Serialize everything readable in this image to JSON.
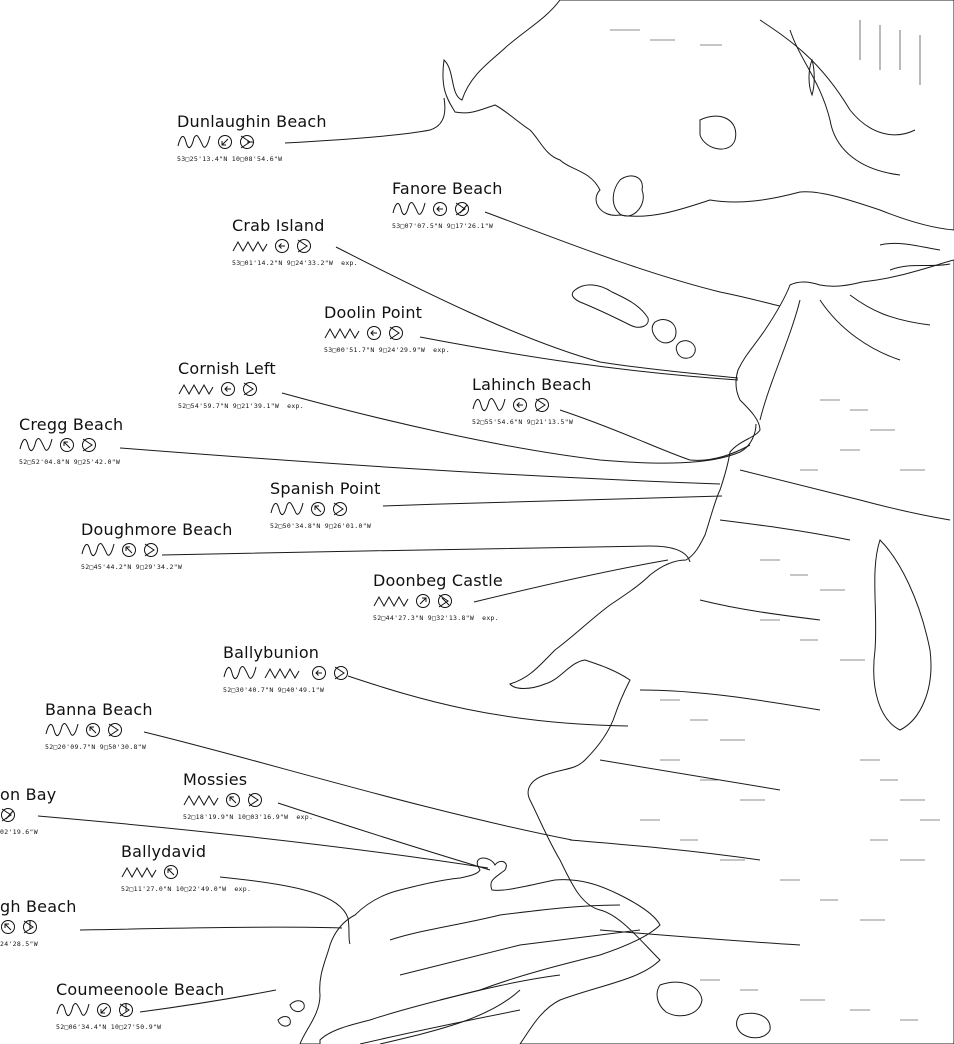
{
  "spots": [
    {
      "id": "dunlaughin",
      "name": "Dunlaughin Beach",
      "coords": "53□25'13.4\"N 10□08'54.6\"W",
      "exp": "",
      "wave": "sine",
      "icons": [
        "arrow-down-left-icon",
        "target-arrow-left-icon"
      ]
    },
    {
      "id": "fanore",
      "name": "Fanore Beach",
      "coords": "53□07'07.5\"N 9□17'26.1\"W",
      "exp": "",
      "wave": "sine",
      "icons": [
        "arrow-left-icon",
        "target-arrow-down-left-icon"
      ]
    },
    {
      "id": "crab-island",
      "name": "Crab Island",
      "coords": "53□01'14.2\"N 9□24'33.2\"W",
      "exp": "exp.",
      "wave": "zigzag",
      "icons": [
        "arrow-left-icon",
        "target-icon"
      ]
    },
    {
      "id": "doolin-point",
      "name": "Doolin Point",
      "coords": "53□00'51.7\"N 9□24'29.9\"W",
      "exp": "exp.",
      "wave": "zigzag",
      "icons": [
        "arrow-left-icon",
        "target-icon"
      ]
    },
    {
      "id": "cornish-left",
      "name": "Cornish Left",
      "coords": "52□54'59.7\"N 9□21'39.1\"W",
      "exp": "exp.",
      "wave": "zigzag",
      "icons": [
        "arrow-left-icon",
        "target-icon"
      ]
    },
    {
      "id": "lahinch",
      "name": "Lahinch Beach",
      "coords": "52□55'54.6\"N 9□21'13.5\"W",
      "exp": "",
      "wave": "sine",
      "icons": [
        "arrow-left-icon",
        "target-icon"
      ]
    },
    {
      "id": "cregg",
      "name": "Cregg Beach",
      "coords": "52□52'04.8\"N 9□25'42.0\"W",
      "exp": "",
      "wave": "sine",
      "icons": [
        "arrow-up-left-icon",
        "target-icon"
      ]
    },
    {
      "id": "spanish-point",
      "name": "Spanish Point",
      "coords": "52□50'34.8\"N 9□26'01.0\"W",
      "exp": "",
      "wave": "sine",
      "icons": [
        "arrow-up-left-icon",
        "target-icon"
      ]
    },
    {
      "id": "doughmore",
      "name": "Doughmore Beach",
      "coords": "52□45'44.2\"N 9□29'34.2\"W",
      "exp": "",
      "wave": "sine",
      "icons": [
        "arrow-up-left-icon",
        "target-icon"
      ]
    },
    {
      "id": "doonbeg",
      "name": "Doonbeg Castle",
      "coords": "52□44'27.3\"N 9□32'13.8\"W",
      "exp": "exp.",
      "wave": "zigzag",
      "icons": [
        "arrow-up-right-icon",
        "target-arrow-up-left-icon"
      ]
    },
    {
      "id": "ballybunion",
      "name": "Ballybunion",
      "coords": "52□30'40.7\"N 9□40'49.1\"W",
      "exp": "",
      "wave": "sine-zigzag",
      "icons": [
        "arrow-left-icon",
        "target-icon"
      ]
    },
    {
      "id": "banna",
      "name": "Banna Beach",
      "coords": "52□20'09.7\"N 9□50'30.8\"W",
      "exp": "",
      "wave": "sine",
      "icons": [
        "arrow-up-left-icon",
        "target-icon"
      ]
    },
    {
      "id": "mossies",
      "name": "Mossies",
      "coords": "52□18'19.9\"N 10□03'16.9\"W",
      "exp": "exp.",
      "wave": "zigzag",
      "icons": [
        "arrow-up-left-icon",
        "target-icon"
      ]
    },
    {
      "id": "brandon-bay",
      "name": "on Bay",
      "coords": "02'19.6\"W",
      "exp": "",
      "wave": "",
      "icons": [
        "target-arrow-down-left-icon"
      ]
    },
    {
      "id": "ballydavid",
      "name": "Ballydavid",
      "coords": "52□11'27.0\"N 10□22'49.0\"W",
      "exp": "exp.",
      "wave": "zigzag",
      "icons": [
        "arrow-up-left-icon"
      ]
    },
    {
      "id": "ferriters",
      "name": "gh Beach",
      "coords": "24'28.5\"W",
      "exp": "",
      "wave": "",
      "icons": [
        "arrow-up-left-icon",
        "target-arrow-down-icon"
      ]
    },
    {
      "id": "coumeenoole",
      "name": "Coumeenoole Beach",
      "coords": "52□06'34.4\"N 10□27'50.9\"W",
      "exp": "",
      "wave": "sine",
      "icons": [
        "arrow-down-left-icon",
        "target-arrow-down-icon"
      ]
    }
  ]
}
